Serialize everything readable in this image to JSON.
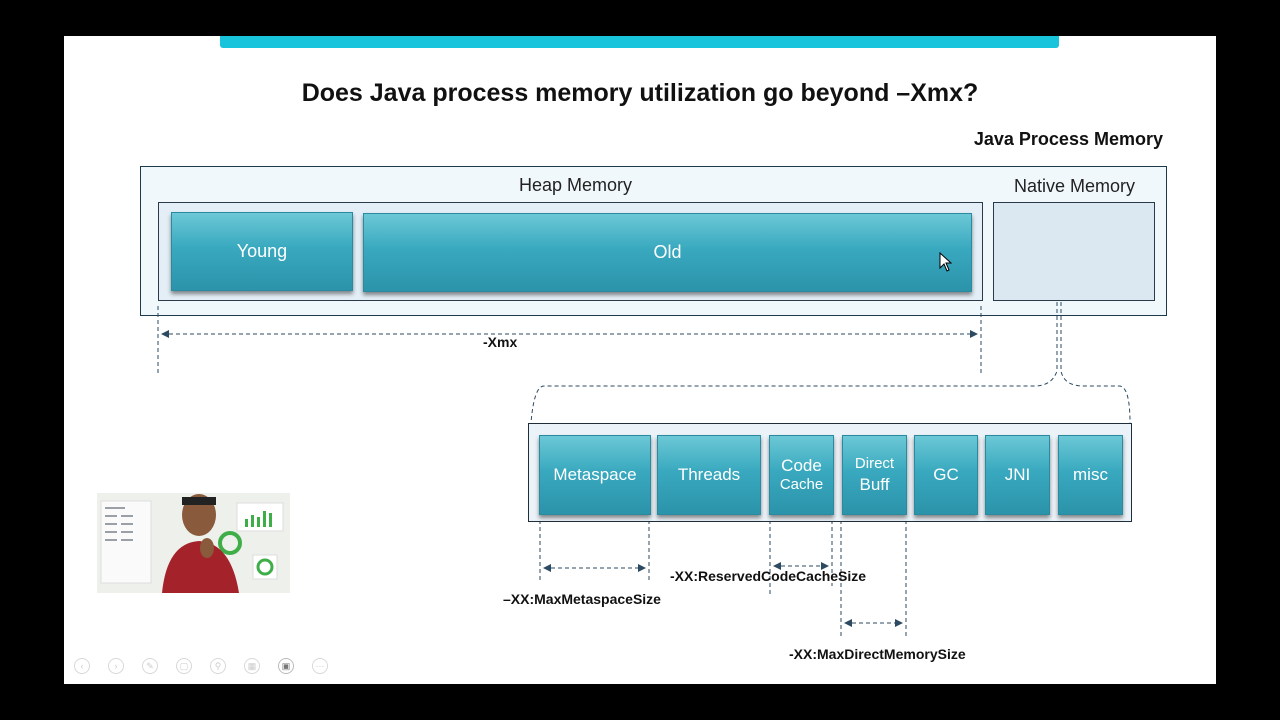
{
  "slide": {
    "title": "Does Java process memory utilization go beyond –Xmx?",
    "java_process_label": "Java Process Memory",
    "heap_label": "Heap Memory",
    "native_label": "Native Memory",
    "heap_regions": {
      "young": "Young",
      "old": "Old"
    },
    "native_regions": {
      "metaspace": "Metaspace",
      "threads": "Threads",
      "code_line1": "Code",
      "code_line2": "Cache",
      "direct_line1": "Direct",
      "direct_line2": "Buff",
      "gc": "GC",
      "jni": "JNI",
      "misc": "misc"
    },
    "options": {
      "xmx": "-Xmx",
      "metaspace": "–XX:MaxMetaspaceSize",
      "code_cache": "-XX:ReservedCodeCacheSize",
      "direct": "-XX:MaxDirectMemorySize"
    }
  },
  "colors": {
    "accent_bar": "#18c4dc",
    "tile": "#39a9bf",
    "background": "#000000"
  },
  "toolbar": {
    "icons": [
      "prev-icon",
      "next-icon",
      "pen-icon",
      "copy-icon",
      "zoom-icon",
      "grid-icon",
      "camera-icon",
      "more-icon"
    ]
  }
}
